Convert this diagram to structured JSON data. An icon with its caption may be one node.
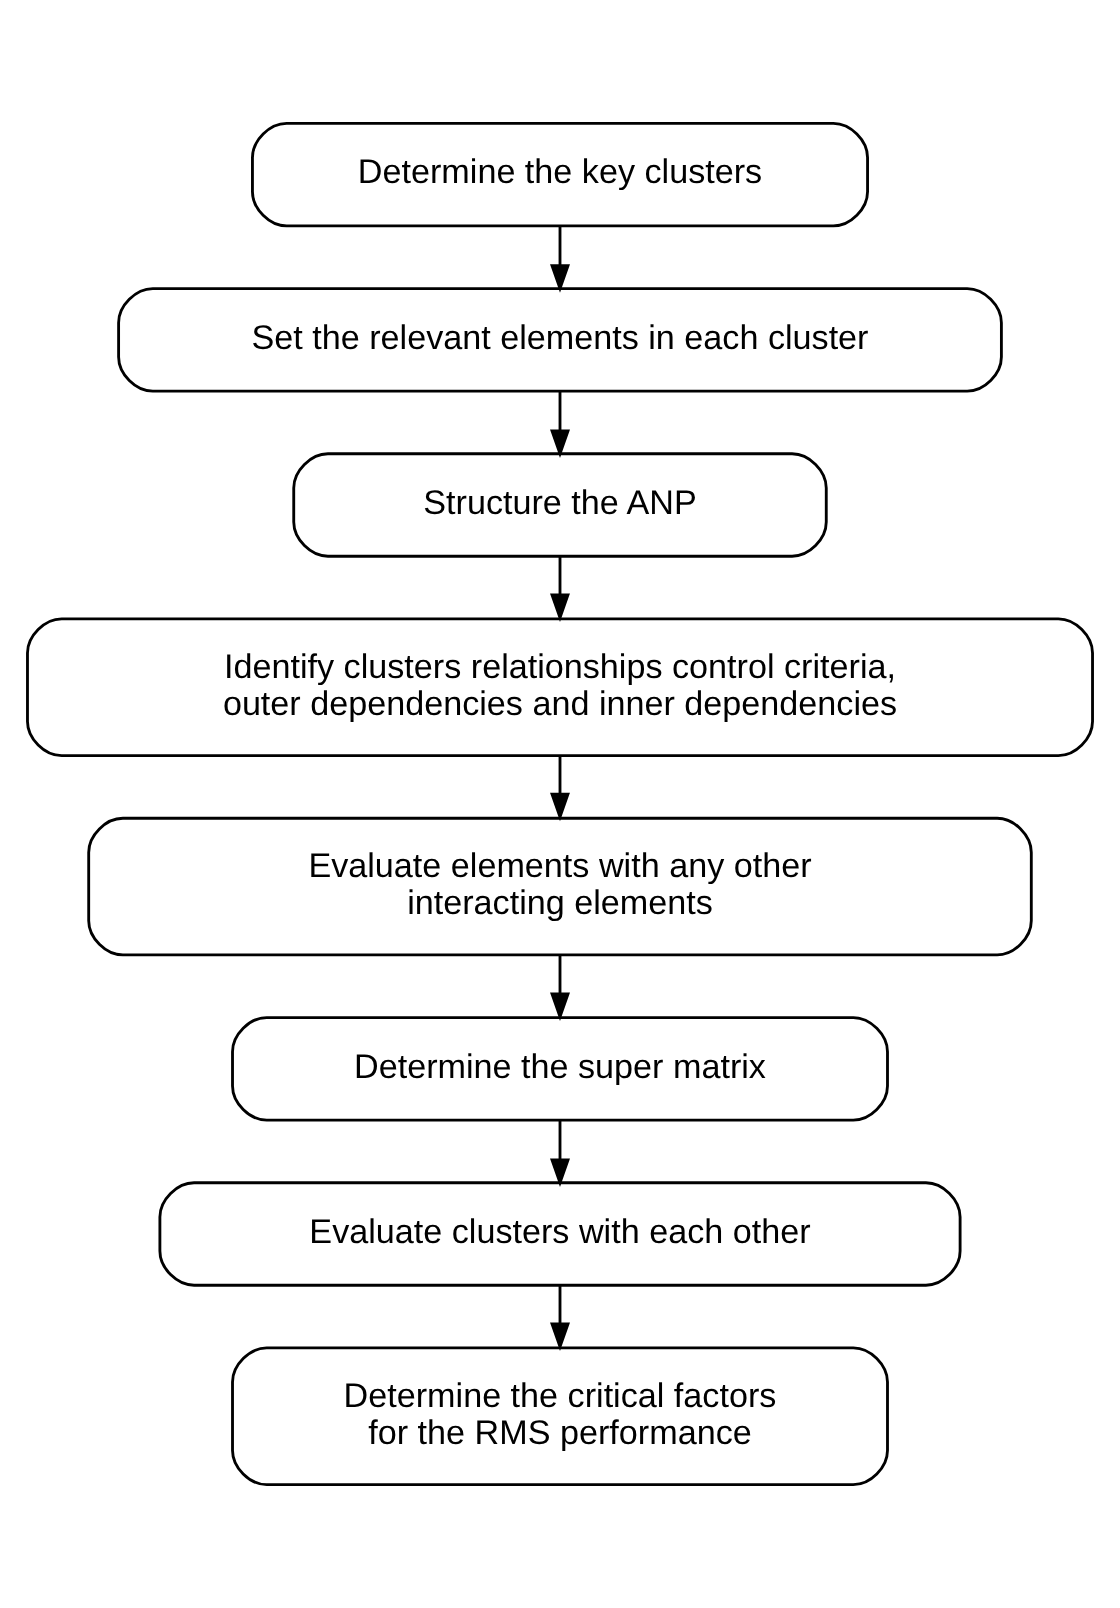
{
  "diagram": {
    "nodes": [
      {
        "text": [
          "Determine the key clusters"
        ]
      },
      {
        "text": [
          "Set the relevant elements in each cluster"
        ]
      },
      {
        "text": [
          "Structure the ANP"
        ]
      },
      {
        "text": [
          "Identify clusters relationships control criteria, outer dependencies and inner dependencies"
        ]
      },
      {
        "text": [
          "Evaluate elements with any other interacting elements"
        ]
      },
      {
        "text": [
          "Determine the super matrix"
        ]
      },
      {
        "text": [
          "Evaluate clusters with each other"
        ]
      },
      {
        "text": [
          "Determine the critical factors for the RMS performance"
        ]
      }
    ],
    "edges": [
      {
        "from": 0,
        "to": 1,
        "arrow": "to"
      },
      {
        "from": 1,
        "to": 2,
        "arrow": "to"
      },
      {
        "from": 2,
        "to": 3,
        "arrow": "to"
      },
      {
        "from": 3,
        "to": 4,
        "arrow": "to"
      },
      {
        "from": 4,
        "to": 5,
        "arrow": "to"
      },
      {
        "from": 5,
        "to": 6,
        "arrow": "to"
      },
      {
        "from": 6,
        "to": 7,
        "arrow": "to"
      }
    ]
  }
}
